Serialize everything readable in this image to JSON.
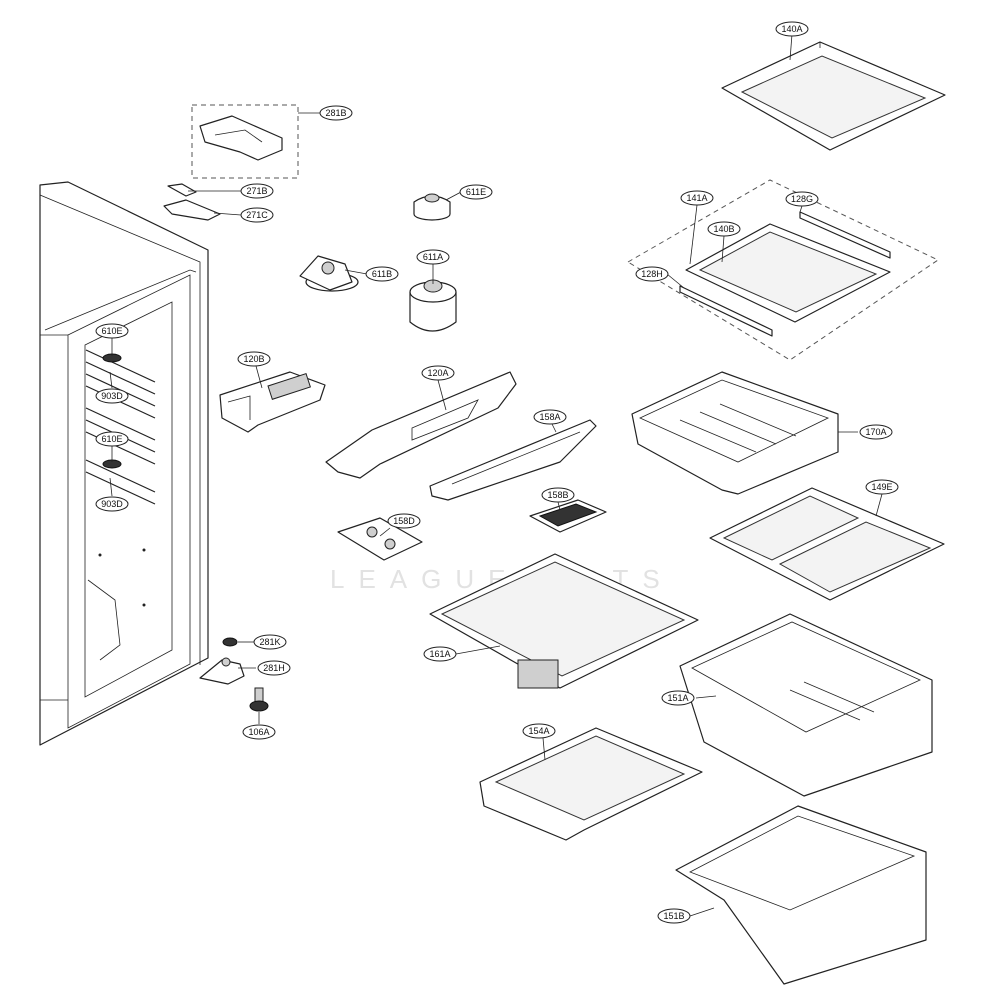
{
  "diagram": {
    "watermark": "LEAGUEPARTS",
    "labels": [
      {
        "id": "lbl-140A",
        "text": "140A"
      },
      {
        "id": "lbl-281B",
        "text": "281B"
      },
      {
        "id": "lbl-271B",
        "text": "271B"
      },
      {
        "id": "lbl-271C",
        "text": "271C"
      },
      {
        "id": "lbl-611E",
        "text": "611E"
      },
      {
        "id": "lbl-611B",
        "text": "611B"
      },
      {
        "id": "lbl-611A",
        "text": "611A"
      },
      {
        "id": "lbl-141A",
        "text": "141A"
      },
      {
        "id": "lbl-128G",
        "text": "128G"
      },
      {
        "id": "lbl-140B",
        "text": "140B"
      },
      {
        "id": "lbl-128H",
        "text": "128H"
      },
      {
        "id": "lbl-610E-1",
        "text": "610E"
      },
      {
        "id": "lbl-903D-1",
        "text": "903D"
      },
      {
        "id": "lbl-610E-2",
        "text": "610E"
      },
      {
        "id": "lbl-903D-2",
        "text": "903D"
      },
      {
        "id": "lbl-120B",
        "text": "120B"
      },
      {
        "id": "lbl-120A",
        "text": "120A"
      },
      {
        "id": "lbl-158A",
        "text": "158A"
      },
      {
        "id": "lbl-170A",
        "text": "170A"
      },
      {
        "id": "lbl-158B",
        "text": "158B"
      },
      {
        "id": "lbl-158D",
        "text": "158D"
      },
      {
        "id": "lbl-149E",
        "text": "149E"
      },
      {
        "id": "lbl-281K",
        "text": "281K"
      },
      {
        "id": "lbl-281H",
        "text": "281H"
      },
      {
        "id": "lbl-161A",
        "text": "161A"
      },
      {
        "id": "lbl-151A",
        "text": "151A"
      },
      {
        "id": "lbl-106A",
        "text": "106A"
      },
      {
        "id": "lbl-154A",
        "text": "154A"
      },
      {
        "id": "lbl-151B",
        "text": "151B"
      }
    ]
  }
}
